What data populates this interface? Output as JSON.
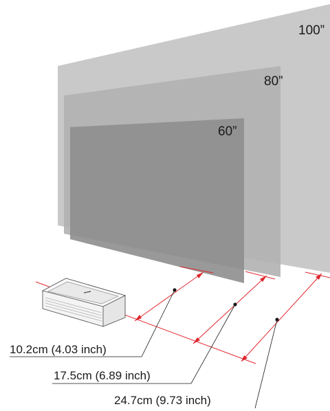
{
  "screens": [
    {
      "label": "100”"
    },
    {
      "label": "80”"
    },
    {
      "label": "60”"
    }
  ],
  "distances": [
    {
      "label": "10.2cm (4.03 inch)"
    },
    {
      "label": "17.5cm (6.89 inch)"
    },
    {
      "label": "24.7cm (9.73 inch)"
    }
  ],
  "colors": {
    "dimension": "#e0242b",
    "screen_100": "#c9c9c9",
    "screen_80": "#b1b1b1",
    "screen_60": "#8e8e8e",
    "text": "#1a1a1a"
  },
  "icons": {
    "projector": "projector-icon"
  }
}
